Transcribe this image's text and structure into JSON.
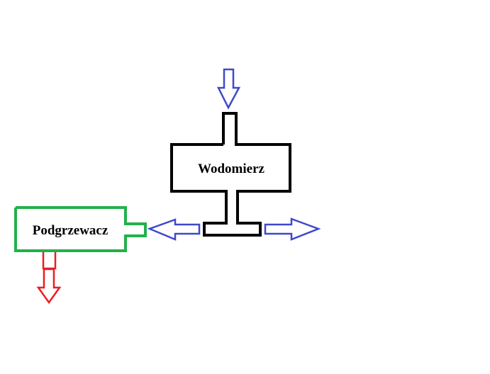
{
  "diagram": {
    "water_meter": {
      "label": "Wodomierz",
      "stroke_color": "#000000"
    },
    "heater": {
      "label": "Podgrzewacz",
      "stroke_color": "#22b14c"
    },
    "arrows": {
      "inflow": {
        "direction": "down",
        "color": "#3f48cc"
      },
      "to_heater": {
        "direction": "left",
        "color": "#3f48cc"
      },
      "outflow_right": {
        "direction": "right",
        "color": "#3f48cc"
      },
      "hot_out": {
        "direction": "down",
        "color": "#ed1c24"
      }
    }
  }
}
